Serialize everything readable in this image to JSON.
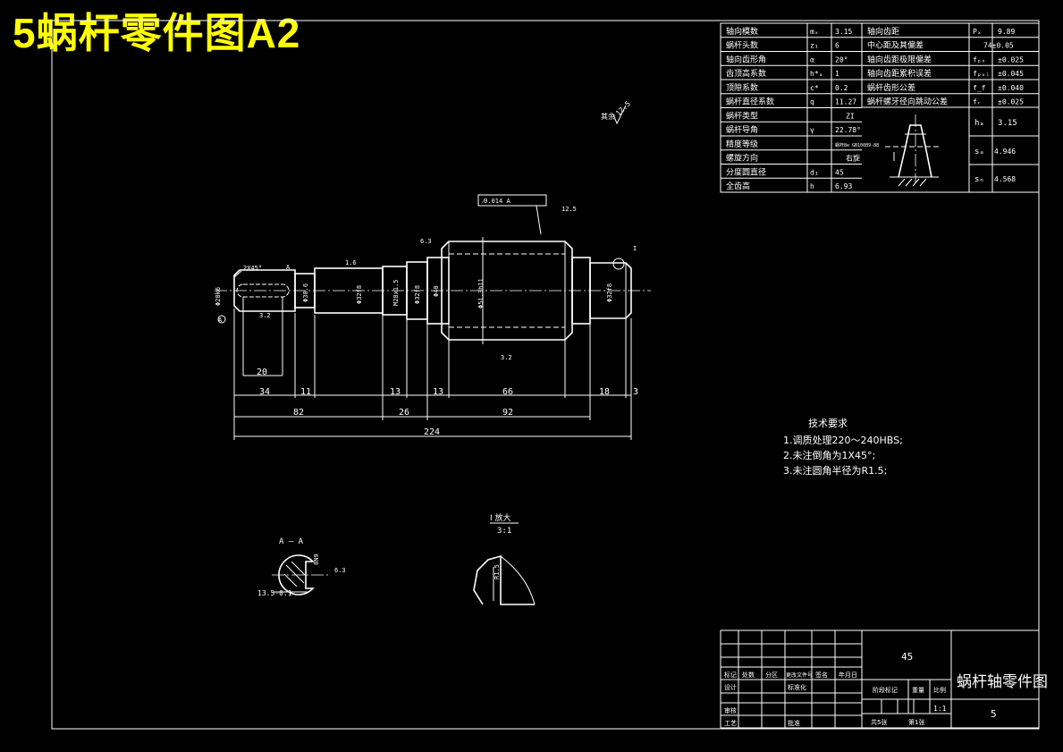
{
  "banner": "5蜗杆零件图A2",
  "params_left": [
    {
      "name": "轴向模数",
      "sym": "mₓ",
      "val": "3.15"
    },
    {
      "name": "蜗杆头数",
      "sym": "z₁",
      "val": "6"
    },
    {
      "name": "轴向齿形角",
      "sym": "α",
      "val": "20°"
    },
    {
      "name": "齿顶高系数",
      "sym": "h*ₐ",
      "val": "1"
    },
    {
      "name": "顶隙系数",
      "sym": "c*",
      "val": "0.2"
    },
    {
      "name": "蜗杆直径系数",
      "sym": "q",
      "val": "11.27"
    },
    {
      "name": "蜗杆类型",
      "sym": "",
      "val": "ZI"
    },
    {
      "name": "蜗杆导角",
      "sym": "γ",
      "val": "22.78°"
    },
    {
      "name": "精度等级",
      "sym": "",
      "val": "蜗杆8e GB10089-88"
    },
    {
      "name": "螺旋方向",
      "sym": "",
      "val": "右旋"
    },
    {
      "name": "分度圆直径",
      "sym": "d₁",
      "val": "45"
    },
    {
      "name": "全齿高",
      "sym": "h",
      "val": "6.93"
    }
  ],
  "params_right": [
    {
      "name": "轴向齿距",
      "sym": "Pₓ",
      "val": "9.89"
    },
    {
      "name": "中心距及其偏差",
      "sym": "",
      "val": "74±0.05"
    },
    {
      "name": "轴向齿距极限偏差",
      "sym": "fₚₓ",
      "val": "±0.025"
    },
    {
      "name": "轴向齿距累积误差",
      "sym": "fₚₓₗ",
      "val": "±0.045"
    },
    {
      "name": "蜗杆齿形公差",
      "sym": "f_f",
      "val": "±0.040"
    },
    {
      "name": "蜗杆螺牙径向跳动公差",
      "sym": "fᵣ",
      "val": "±0.025"
    }
  ],
  "tooth_table": [
    {
      "sym": "hₐ",
      "val": "3.15"
    },
    {
      "sym": "sₐ",
      "val": "4.946"
    },
    {
      "sym": "sₙ",
      "val": "4.568"
    }
  ],
  "drawing": {
    "roughness_rest": "其余",
    "roughness_rest_val": "12.5",
    "tolerance_frame": "⁄0.014 A",
    "chamfer": "2X45°",
    "dims": {
      "d34": "34",
      "d11": "11",
      "d13a": "13",
      "d13b": "13",
      "d66": "66",
      "d18": "18",
      "d3": "3",
      "d20": "20",
      "d82": "82",
      "d26": "26",
      "d92": "92",
      "d224": "224"
    },
    "diameters": [
      "Φ28k6",
      "Φ30.6",
      "Φ32f8",
      "M28x1.5",
      "Φ32f8",
      "Φ40",
      "Φ51.3h11",
      "Φ32f8"
    ],
    "marks": [
      "A",
      "A",
      "I",
      "1.6",
      "3.2",
      "3.2",
      "6.3",
      "12.5"
    ]
  },
  "tech_req": {
    "title": "技术要求",
    "items": [
      "1.调质处理220～240HBS;",
      "2.未注倒角为1X45°;",
      "3.未注圆角半径为R1.5;"
    ]
  },
  "section_a": {
    "label": "A — A",
    "dim": "13.5-0.1",
    "dim2": "8N9",
    "rough": "6.3"
  },
  "detail": {
    "label": "I 放大",
    "scale": "3:1",
    "dim": "R1.5"
  },
  "title_block": {
    "material": "45",
    "part_name": "蜗杆轴零件图",
    "drawing_no": "5",
    "scale": "1:1",
    "row_heads": [
      "标记",
      "处数",
      "分区",
      "更改文件号",
      "签名",
      "年月日"
    ],
    "design_label": "设计",
    "std_label": "标准化",
    "review_label": "审核",
    "craft_label": "工艺",
    "approve_label": "批准",
    "stage_label": "阶段标记",
    "weight_label": "重量",
    "scale_label": "比例",
    "sheets": "共5张",
    "sheet_no": "第1张"
  }
}
